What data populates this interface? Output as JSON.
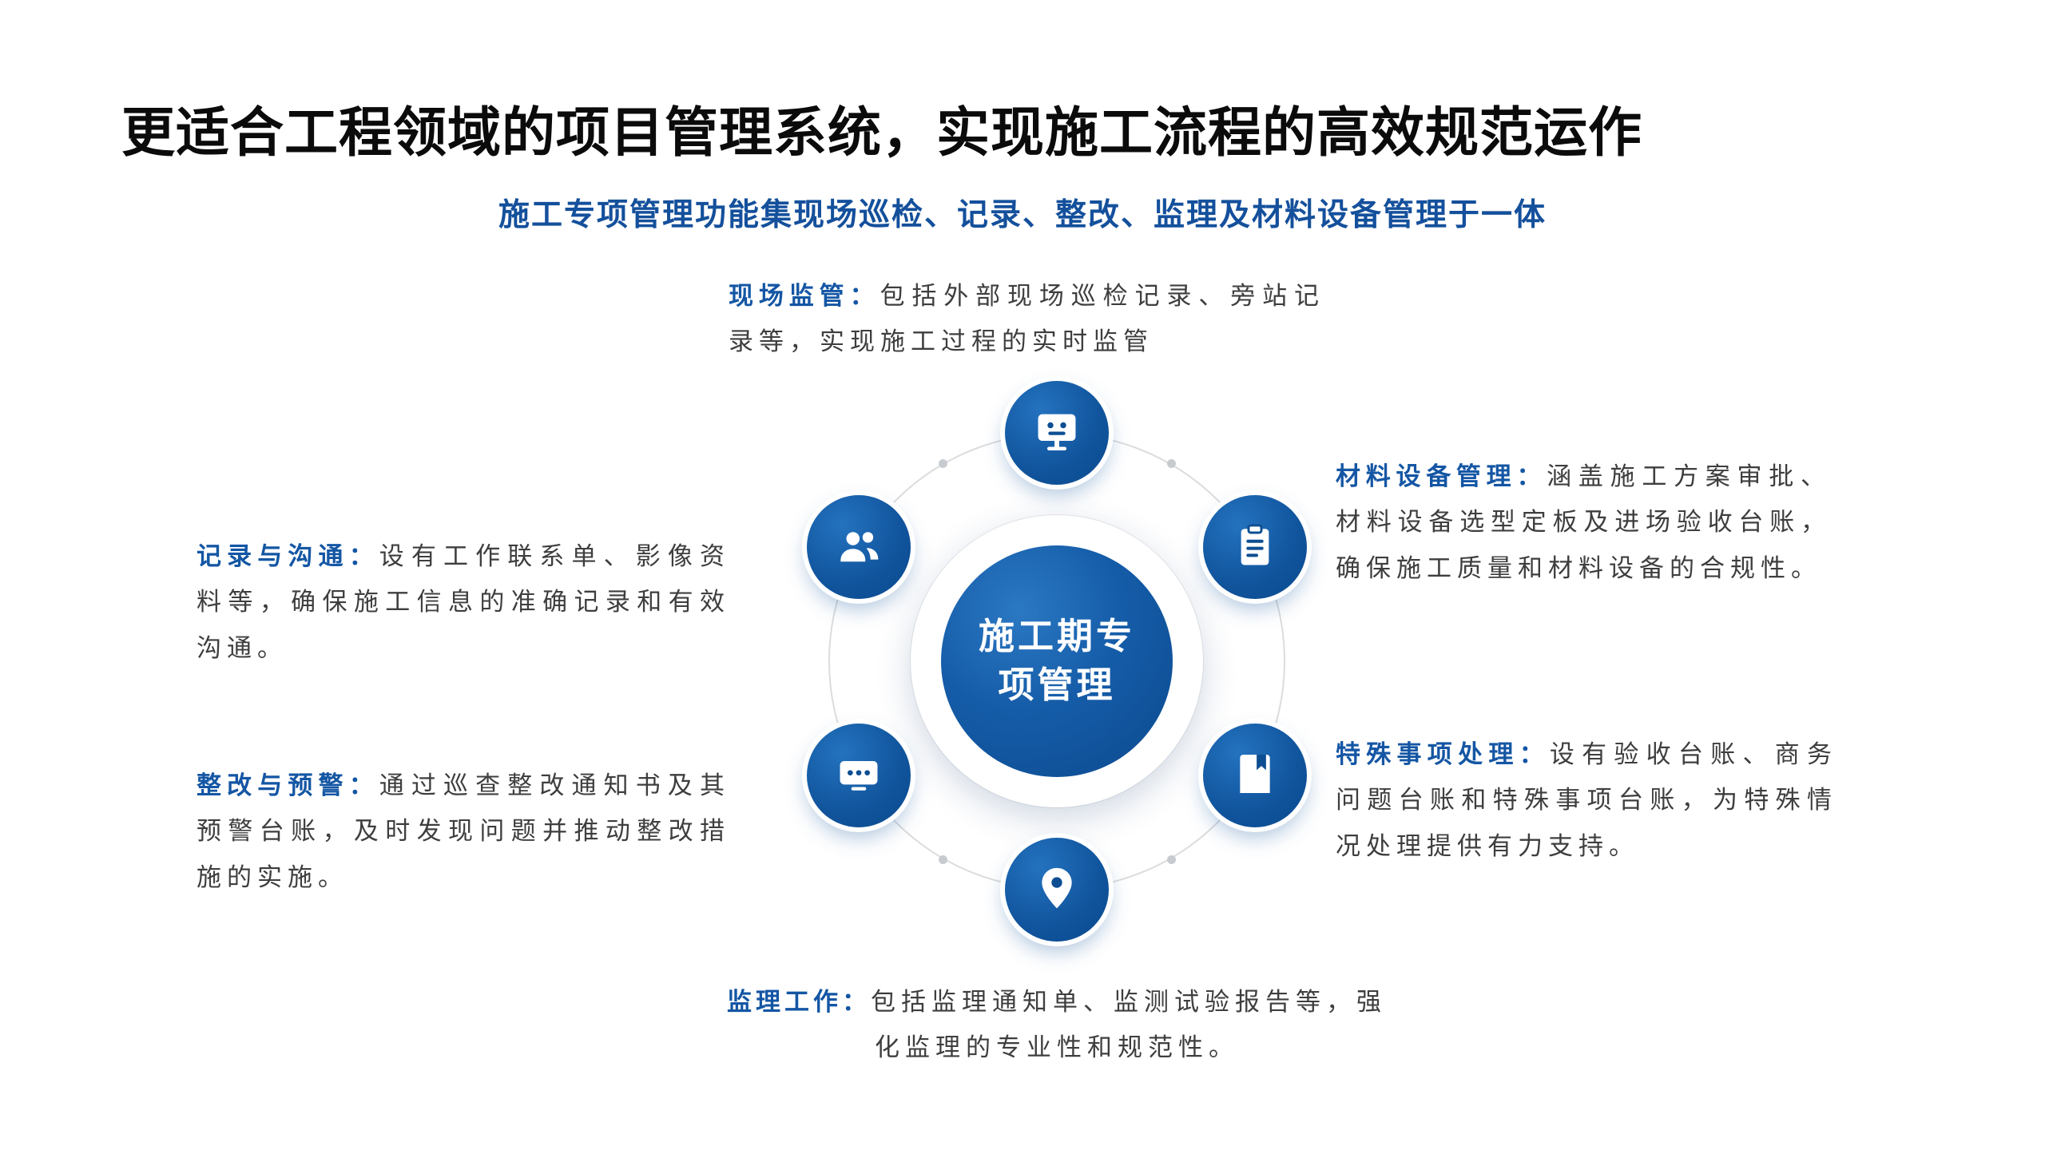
{
  "header": {
    "title": "更适合工程领域的项目管理系统，实现施工流程的高效规范运作",
    "subtitle": "施工专项管理功能集现场巡检、记录、整改、监理及材料设备管理于一体"
  },
  "center": {
    "full_label": "施工期专项管理",
    "line1": "施工期专",
    "line2": "项管理"
  },
  "blocks": {
    "site_supervision": {
      "label": "现场监管：",
      "body": "包括外部现场巡检记录、旁站记录等，实现施工过程的实时监管"
    },
    "record_communication": {
      "label": "记录与沟通：",
      "body": "设有工作联系单、影像资料等，确保施工信息的准确记录和有效沟通。"
    },
    "rectify_warning": {
      "label": "整改与预警：",
      "body": "通过巡查整改通知书及其预警台账，及时发现问题并推动整改措施的实施。"
    },
    "material_equipment": {
      "label": "材料设备管理：",
      "body": "涵盖施工方案审批、材料设备选型定板及进场验收台账，确保施工质量和材料设备的合规性。"
    },
    "special_matters": {
      "label": "特殊事项处理：",
      "body": "设有验收台账、商务问题台账和特殊事项台账，为特殊情况处理提供有力支持。"
    },
    "supervision_work": {
      "label": "监理工作：",
      "body": "包括监理通知单、监测试验报告等，强化监理的专业性和规范性。"
    }
  },
  "nodes": [
    {
      "id": "site-supervision",
      "icon": "monitor-icon",
      "position": "top"
    },
    {
      "id": "record-communication",
      "icon": "people-icon",
      "position": "upper-left"
    },
    {
      "id": "material-equipment",
      "icon": "clipboard-icon",
      "position": "upper-right"
    },
    {
      "id": "rectify-warning",
      "icon": "message-icon",
      "position": "lower-left"
    },
    {
      "id": "special-matters",
      "icon": "book-icon",
      "position": "lower-right"
    },
    {
      "id": "supervision-work",
      "icon": "location-pin-icon",
      "position": "bottom"
    }
  ],
  "colors": {
    "accent_blue": "#1456a4",
    "node_blue": "#10549c",
    "node_blue_dark": "#0c4a8e",
    "body_text": "#3e3e3e",
    "title_text": "#0b0b0b",
    "ring_gray": "#dcdcdc",
    "background": "#ffffff"
  }
}
